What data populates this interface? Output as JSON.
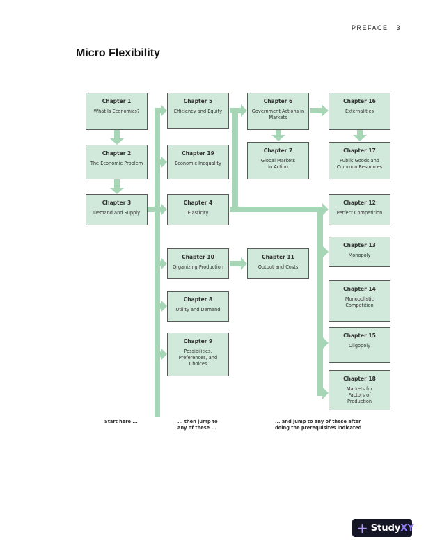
{
  "header": {
    "section": "PREFACE",
    "page": "3"
  },
  "title": "Micro Flexibility",
  "chapters": {
    "c1": {
      "ch": "Chapter 1",
      "name": "What Is Economics?"
    },
    "c2": {
      "ch": "Chapter 2",
      "name": "The Economic Problem"
    },
    "c3": {
      "ch": "Chapter 3",
      "name": "Demand and Supply"
    },
    "c5": {
      "ch": "Chapter 5",
      "name": "Efficiency and Equity"
    },
    "c19": {
      "ch": "Chapter 19",
      "name": "Economic Inequality"
    },
    "c4": {
      "ch": "Chapter 4",
      "name": "Elasticity"
    },
    "c10": {
      "ch": "Chapter 10",
      "name": "Organizing Production"
    },
    "c8": {
      "ch": "Chapter 8",
      "name": "Utility and Demand"
    },
    "c9": {
      "ch": "Chapter 9",
      "name": "Possibilities, Preferences, and Choices"
    },
    "c6": {
      "ch": "Chapter 6",
      "name": "Government Actions in Markets"
    },
    "c7": {
      "ch": "Chapter 7",
      "name": "Global Markets in Action"
    },
    "c11": {
      "ch": "Chapter 11",
      "name": "Output and Costs"
    },
    "c16": {
      "ch": "Chapter 16",
      "name": "Externalities"
    },
    "c17": {
      "ch": "Chapter 17",
      "name": "Public Goods and Common Resources"
    },
    "c12": {
      "ch": "Chapter 12",
      "name": "Perfect Competition"
    },
    "c13": {
      "ch": "Chapter 13",
      "name": "Monopoly"
    },
    "c14": {
      "ch": "Chapter 14",
      "name": "Monopolistic Competition"
    },
    "c15": {
      "ch": "Chapter 15",
      "name": "Oligopoly"
    },
    "c18": {
      "ch": "Chapter 18",
      "name": "Markets for Factors of Production"
    }
  },
  "captions": {
    "start": "Start here ...",
    "jump": "... then jump to any of these ...",
    "after": "... and jump to any of these after doing the prerequisites indicated"
  },
  "badge": {
    "brand1": "Study",
    "brand2": "XY"
  },
  "colors": {
    "box": "#d0e9da",
    "arrow": "#a6d6b6"
  }
}
